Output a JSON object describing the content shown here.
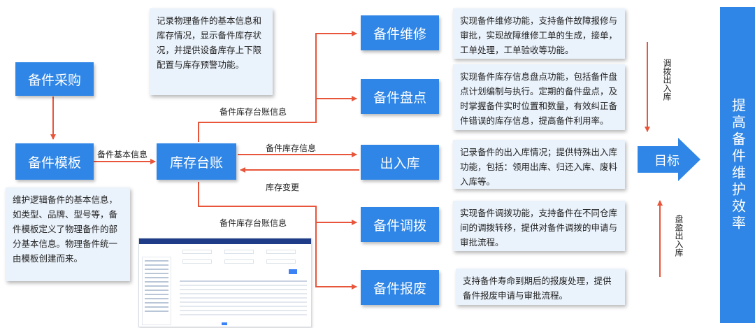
{
  "boxes": {
    "purchase": "备件采购",
    "template": "备件模板",
    "ledger": "库存台账",
    "repair": "备件维修",
    "inventory": "备件盘点",
    "inout": "出入库",
    "transfer": "备件调拨",
    "scrap": "备件报废"
  },
  "target": "目标",
  "banner": "提高备件维护效率",
  "notes": {
    "ledger": "记录物理备件的基本信息和库存情况，显示备件库存状况，并提供设备库存上下限配置与库存预警功能。",
    "template": "维护逻辑备件的基本信息，如类型、品牌、型号等，备件模板定义了物理备件的部分基本信息。物理备件统一由模板创建而来。",
    "repair": "实现备件维修功能，支持备件故障报修与审批，实现故障维修工单的生成，接单，工单处理，工单验收等功能。",
    "inventory": "实现备件库存信息盘点功能，包括备件盘点计划编制与执行。定期的备件盘点，及时掌握备件实时位置和数量，有效纠正备件错误的库存信息，提高备件利用率。",
    "inout": "记录备件的出入库情况；提供特殊出入库功能，包括：领用出库、归还入库、废料入库等。",
    "transfer": "实现备件调拨功能，支持备件在不同仓库间的调拨转移，提供对备件调拨的申请与审批流程。",
    "scrap": "支持备件寿命到期后的报废处理，提供备件报废申请与审批流程。"
  },
  "labels": {
    "basic_info": "备件基本信息",
    "ledger_info_top": "备件库存台账信息",
    "ledger_info_bottom": "备件库存台账信息",
    "stock_info": "备件库存信息",
    "stock_change": "库存变更",
    "transfer_inout": "调拨出入库",
    "surplus_inout": "盘盈出入库"
  }
}
